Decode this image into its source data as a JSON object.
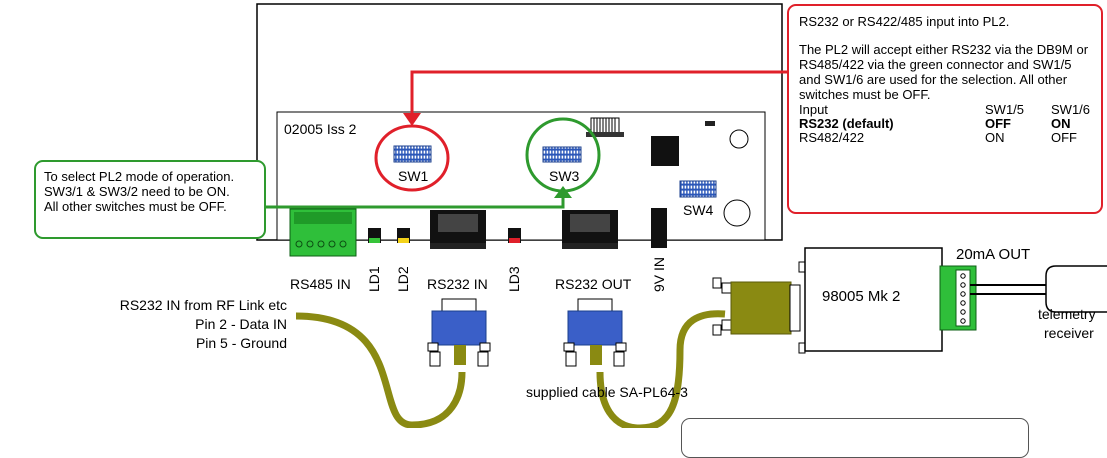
{
  "board": {
    "id_label": "02005 Iss 2",
    "switches": [
      "SW1",
      "SW3",
      "SW4"
    ],
    "leds": [
      "LD1",
      "LD2",
      "LD3"
    ],
    "ports": {
      "rs485_in": "RS485 IN",
      "rs232_in": "RS232 IN",
      "rs232_out": "RS232 OUT",
      "power_in": "9V IN"
    }
  },
  "converter": {
    "label": "98005 Mk 2",
    "output_label": "20mA OUT"
  },
  "receiver": {
    "line1": "telemetry",
    "line2": "receiver"
  },
  "rs232_source": {
    "line1": "RS232 IN from RF Link etc",
    "line2": "Pin 2 - Data IN",
    "line3": "Pin 5 - Ground"
  },
  "cable_label": "supplied cable SA-PL64-3",
  "note_green": {
    "line1": "To select PL2 mode of operation.",
    "line2": "SW3/1 & SW3/2 need to be ON.",
    "line3": "All other switches must be OFF."
  },
  "note_red": {
    "title": "RS232 or RS422/485 input into PL2.",
    "body": "The PL2 will accept either RS232 via the DB9M or RS485/422 via the green connector and SW1/5 and SW1/6 are used for the selection. All other switches must be OFF.",
    "table": {
      "header": [
        "Input",
        "SW1/5",
        "SW1/6"
      ],
      "rows": [
        [
          "RS232 (default)",
          "OFF",
          "ON"
        ],
        [
          "RS482/422",
          "ON",
          "OFF"
        ]
      ]
    }
  },
  "colors": {
    "red": "#e0202a",
    "green": "#2e9a2e",
    "cable": "#8a8a12",
    "switch_blue": "#2a56b8",
    "terminal_green": "#2fbf3a",
    "db9_blue": "#3a5fc8"
  }
}
